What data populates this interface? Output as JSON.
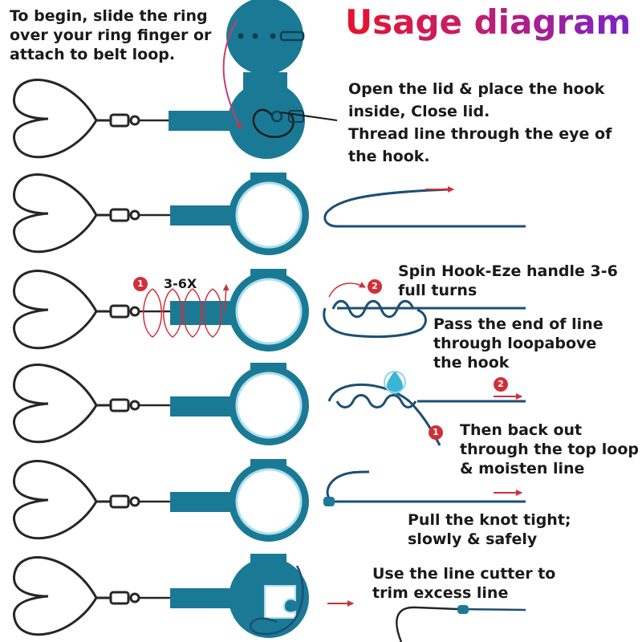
{
  "title": "Usage diagram",
  "steps": {
    "s1": "To begin, slide the ring\nover your ring finger or\nattach to belt loop.",
    "s2": "Open the lid & place the hook\ninside, Close lid.\nThread line through the eye of\nthe hook.",
    "s3": "Spin Hook-Eze handle 3-6\nfull turns",
    "s4": "Pass the end of line\nthrough loopabove\nthe hook",
    "s5": "Then back out\nthrough the top loop\n& moisten line",
    "s6": "Pull the knot tight;\nslowly & safely",
    "s7": "Use the line cutter to\ntrim excess line"
  },
  "labels": {
    "turns": "3-6X",
    "badge_1": "1",
    "badge_2": "2"
  },
  "icons": [
    "clip-icon",
    "swivel-icon",
    "tool-handle-icon",
    "tool-ring-icon",
    "fishing-line-icon",
    "arrow-icon",
    "water-drop-icon",
    "hook-icon"
  ],
  "colors": {
    "tool": "#1a7a96",
    "tool_dark": "#11556b",
    "tool_light": "#aee0ec",
    "line": "#1d4f73",
    "wire": "#262626",
    "accent_red": "#d0303a",
    "title_red": "#e8132b",
    "title_purple": "#7a22c8",
    "drop": "#3bb5d5"
  }
}
